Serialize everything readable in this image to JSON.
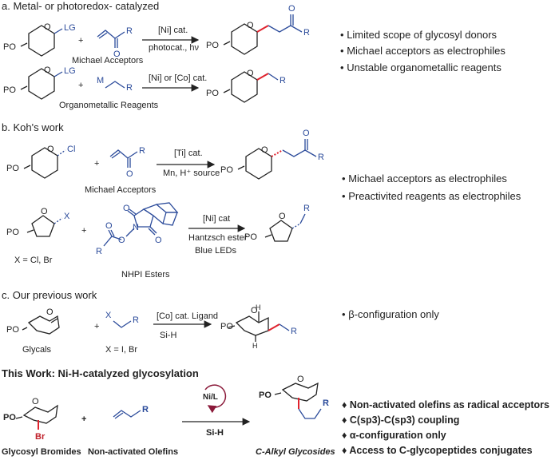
{
  "colors": {
    "blue": "#2a4a9a",
    "red": "#e0232e",
    "dark_red": "#8b1a3a",
    "black": "#222222"
  },
  "sections": {
    "a": {
      "title": "a. Metal- or photoredox- catalyzed",
      "label_michael": "Michael Acceptors",
      "label_organometallic": "Organometallic Reagents",
      "cond1_top": "[Ni] cat.",
      "cond1_bottom": "photocat., hν",
      "cond2_top": "[Ni] or [Co] cat.",
      "bullets": [
        "Limited scope of glycosyl donors",
        "Michael acceptors as electrophiles",
        "Unstable organometallic reagents"
      ]
    },
    "b": {
      "title": "b. Koh's work",
      "label_michael": "Michael Acceptors",
      "label_nhpi": "NHPI Esters",
      "label_x": "X = Cl, Br",
      "cond1_top": "[Ti] cat.",
      "cond1_bottom": "Mn, H⁺ source",
      "cond2_top": "[Ni] cat",
      "cond2_mid": "Hantzsch ester",
      "cond2_bottom": "Blue LEDs",
      "bullets": [
        "Michael acceptors as electrophiles",
        "Preactivited reagents as electrophiles"
      ]
    },
    "c": {
      "title": "c. Our previous work",
      "label_glycals": "Glycals",
      "label_x": "X = I, Br",
      "cond_top": "[Co] cat. Ligand",
      "cond_bottom": "Si-H",
      "bullets": [
        "β-configuration only"
      ]
    },
    "d": {
      "title": "This Work: Ni-H-catalyzed glycosylation",
      "label_bromides": "Glycosyl Bromides",
      "label_olefins": "Non-activated Olefins",
      "label_product": "C-Alkyl Glycosides",
      "catalyst": "Ni/L",
      "cond_bottom": "Si-H",
      "bullets": [
        "Non-activated olefins as radical acceptors",
        "C(sp3)-C(sp3) coupling",
        "α-configuration only",
        "Access to C-glycopeptides conjugates"
      ]
    }
  },
  "atoms": {
    "po": "PO",
    "o": "O",
    "lg": "LG",
    "cl": "Cl",
    "x": "X",
    "r": "R",
    "m": "M",
    "n": "N",
    "br": "Br",
    "h": "H",
    "plus": "+",
    "bullet_open": "•",
    "bullet_diamond": "♦"
  }
}
